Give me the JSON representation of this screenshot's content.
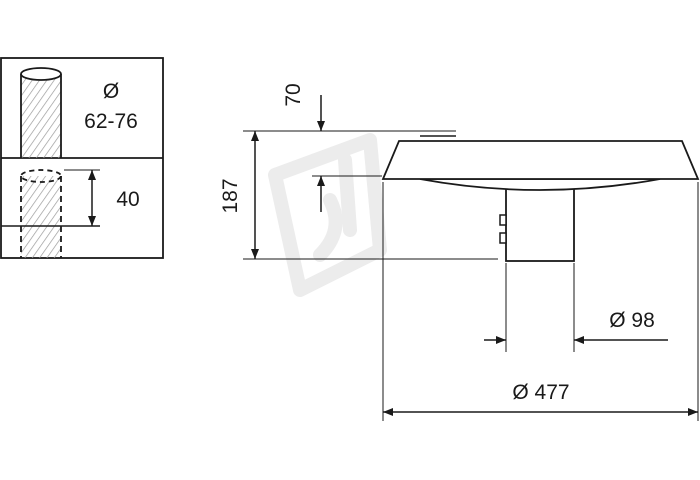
{
  "detail_panel": {
    "diameter_symbol": "Ø",
    "diameter_range": "62-76",
    "insertion_depth": "40"
  },
  "luminaire": {
    "height_top": "70",
    "height_total": "187",
    "spigot_diameter": "Ø 98",
    "overall_diameter": "Ø 477"
  },
  "colors": {
    "line": "#1a1a1a",
    "watermark": "#ededed"
  }
}
